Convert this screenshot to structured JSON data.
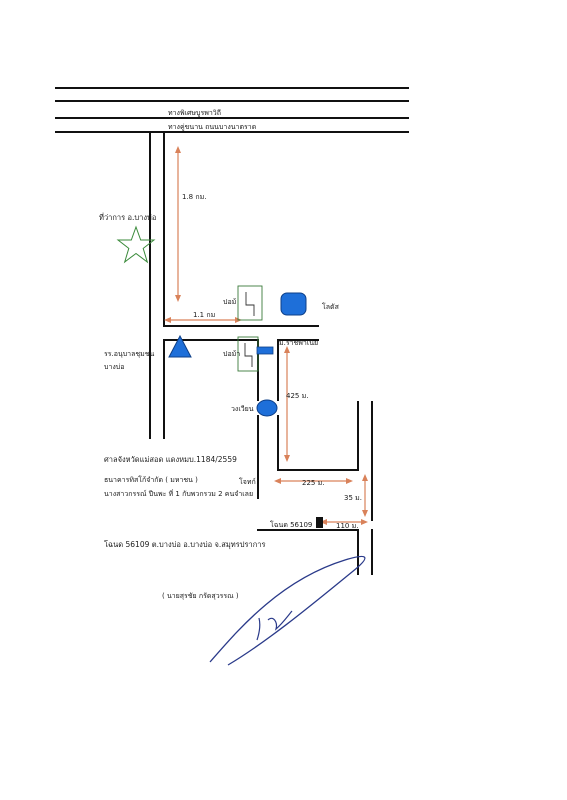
{
  "map": {
    "roads": {
      "main_road": "ทางพิเศษบูรพาวิถี",
      "side_road": "ทางคู่ขนาน ถนนบางนาตราด"
    },
    "places": {
      "district_office": "ที่ว่าการ อ.บางบ่อ",
      "gas_station_top": "ปอม้",
      "lotus": "โลตัส",
      "school_line1": "รร.อนุบาลชุมชน",
      "school_line2": "บางบ่อ",
      "gas_station_bottom": "ปอม้า",
      "ratchaburi": "ม.ราชพาเนีย",
      "roundabout": "วงเวียน",
      "junction": "โจทก์",
      "deed_marker": "โฉนด 56109"
    },
    "distances": {
      "vertical_top": "1.8 กม.",
      "horizontal_top": "1.1 กม",
      "vertical_mid": "425 ม.",
      "horizontal_mid": "225 ม.",
      "vertical_small": "35 ม.",
      "horizontal_small": "110 ม."
    },
    "notes": {
      "court": "ศาลจังหวัดแม่สอด แดงหมบ.1184/2559",
      "bank": "ธนาคารทิสโก้จำกัด ( มหาชน )",
      "owner": "นางสาวกรรณ์ ปีนพะ ที่ 1 กับพวกรวม 2 คนจำเลย",
      "deed_full": "โฉนด 56109 ต.บางบ่อ อ.บางบ่อ จ.สมุทรปราการ",
      "signer": "( นายสุรชัย กรัดสุวรรณ )"
    },
    "colors": {
      "road": "#111111",
      "distance_arrow": "#d9825a",
      "landmark_blue": "#1e6fd9",
      "star_outline": "#3a8a3a",
      "signature_ink": "#2a3a8a"
    }
  }
}
